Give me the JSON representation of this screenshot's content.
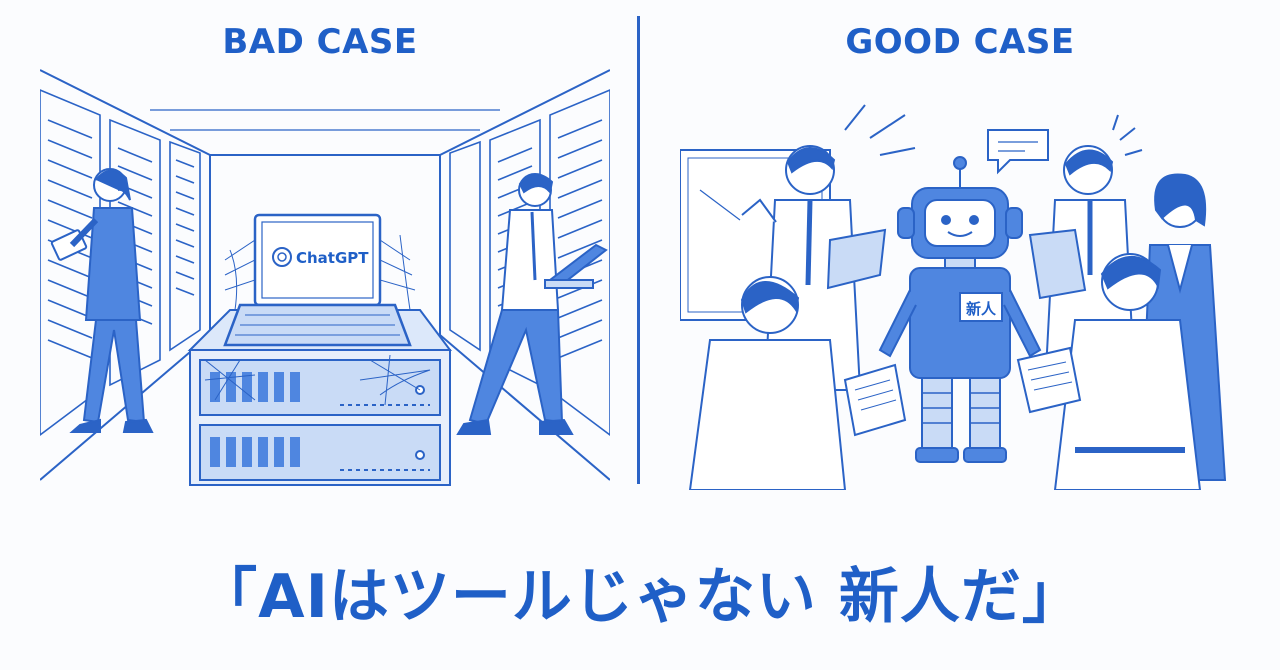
{
  "left_panel": {
    "heading": "BAD CASE",
    "laptop_label": "ChatGPT"
  },
  "right_panel": {
    "heading": "GOOD CASE",
    "badge_label": "新人"
  },
  "caption": "「AIはツールじゃない 新人だ」",
  "colors": {
    "accent": "#1f5fc7",
    "fill_light": "#c9dbf6",
    "fill_mid": "#4f86e0",
    "background": "#fbfcfe"
  }
}
